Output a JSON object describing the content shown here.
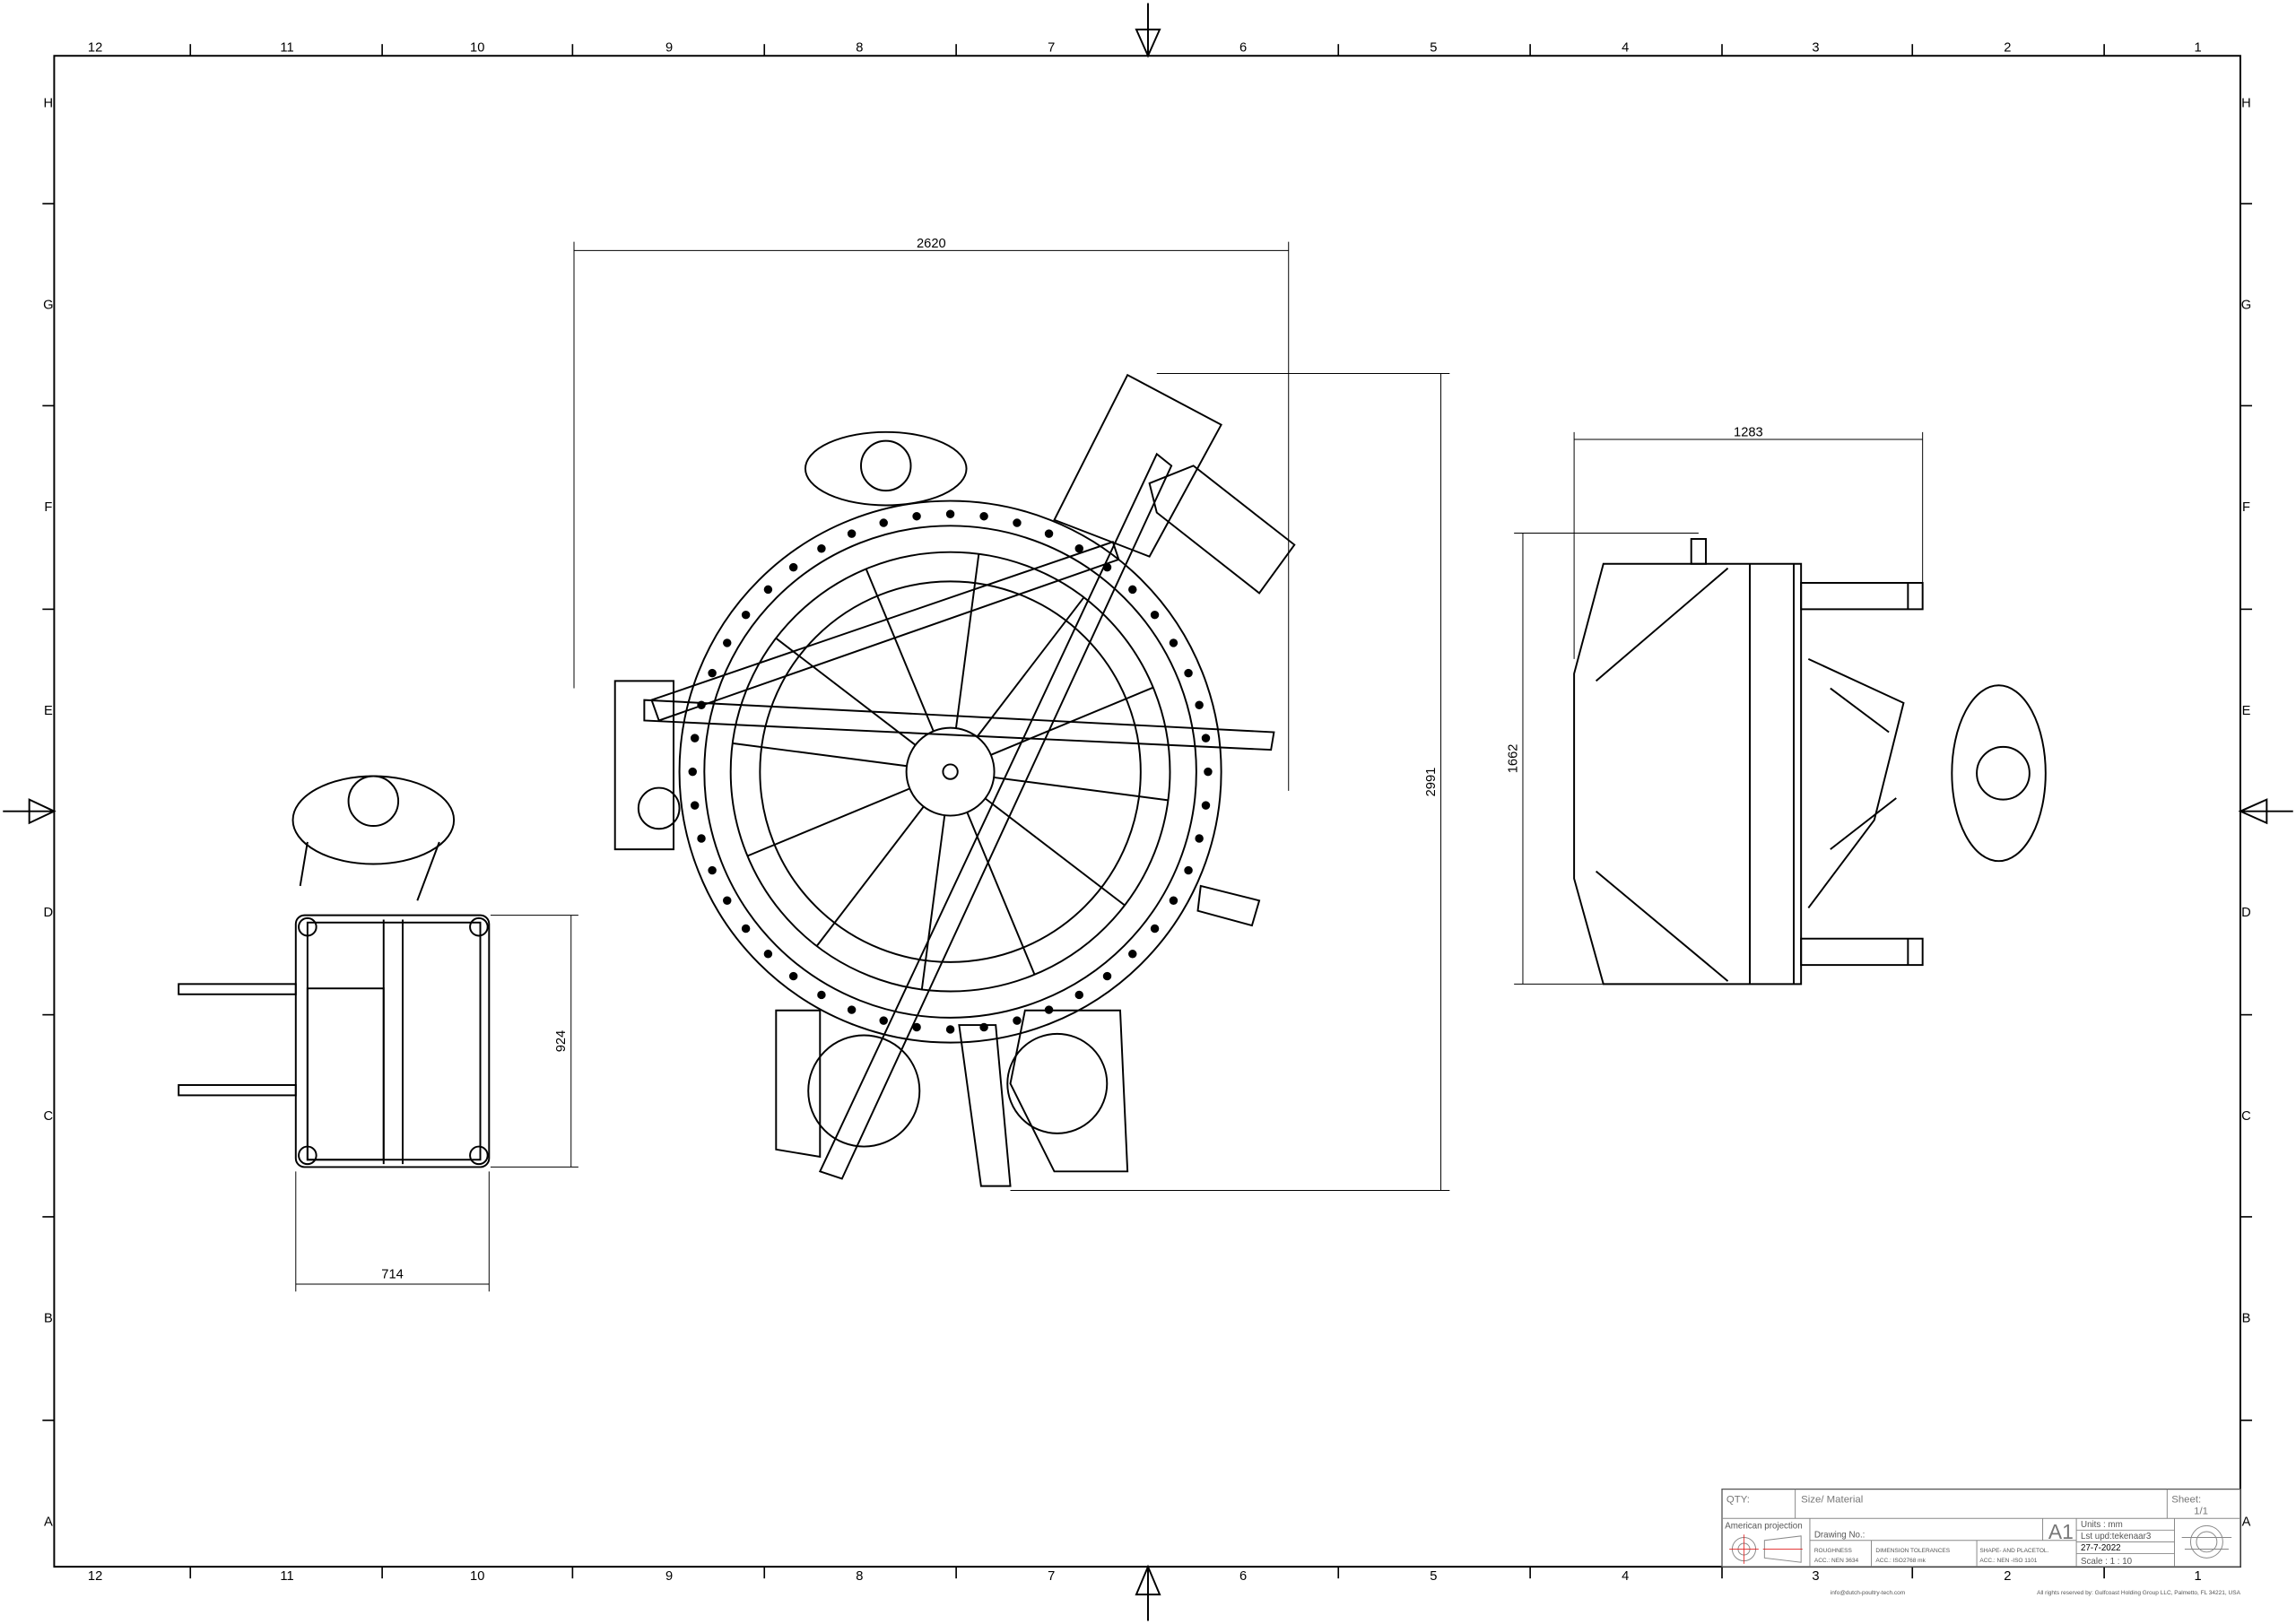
{
  "border": {
    "columns": [
      "12",
      "11",
      "10",
      "9",
      "8",
      "7",
      "6",
      "5",
      "4",
      "3",
      "2",
      "1"
    ],
    "rows": [
      "H",
      "G",
      "F",
      "E",
      "D",
      "C",
      "B",
      "A"
    ]
  },
  "dimensions": {
    "main_width": "2620",
    "main_height": "2991",
    "side_width": "1283",
    "side_height": "1662",
    "small_height": "924",
    "small_width": "714"
  },
  "title_block": {
    "qty": "QTY:",
    "size_material": "Size/ Material",
    "sheet_label": "Sheet:",
    "sheet_value": "1/1",
    "projection": "American projection",
    "drawing_no": "Drawing No.:",
    "format": "A1",
    "units": "Units  :  mm",
    "last_update": "Lst upd:tekenaar3",
    "date": "27-7-2022",
    "scale": "Scale  : 1 : 10",
    "roughness": "ROUGHNESS",
    "roughness_acc": "ACC.: NEN 3634",
    "dim_tol": "DIMENSION TOLERANCES",
    "dim_tol_acc": "ACC.: ISO2768 mk",
    "shape_tol": "SHAPE- AND PLACETOL.",
    "shape_tol_acc": "ACC.: NEN -ISO 1101",
    "email": "info@dutch-poultry-tech.com",
    "rights": "All rights reserved by: Gulfcoast Holding Group LLC, Palmetto, FL 34221, USA"
  },
  "colors": {
    "line": "#000000",
    "projection_mark": "#e02020"
  }
}
